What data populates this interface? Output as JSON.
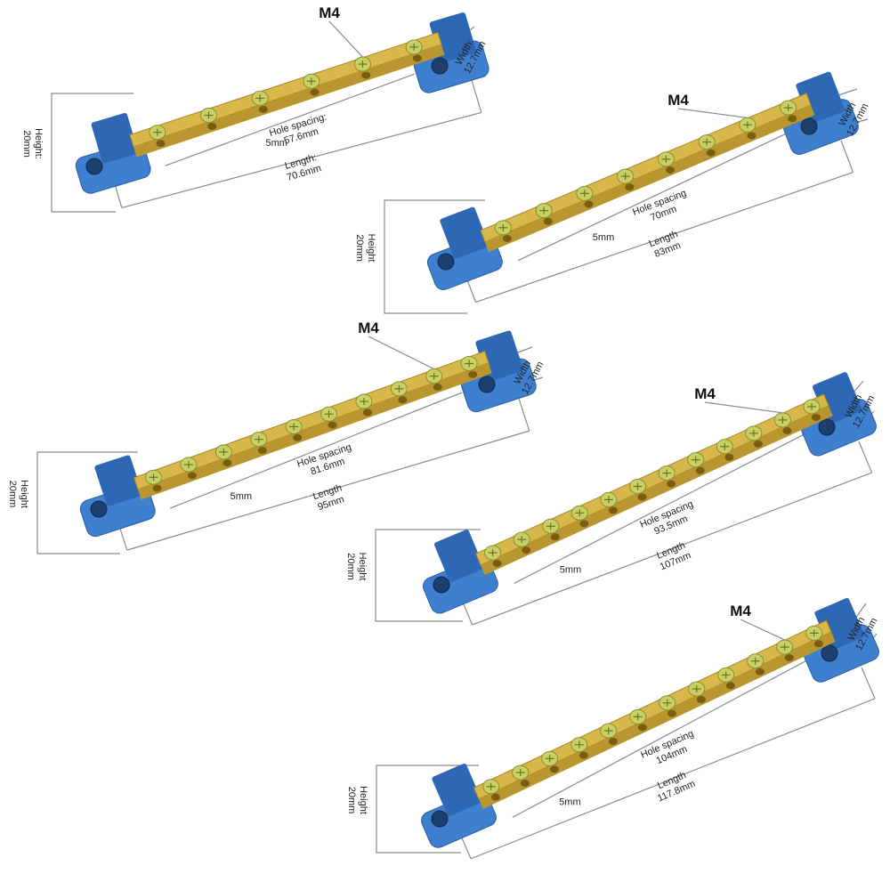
{
  "bars": [
    {
      "screws": 6,
      "m4": "M4",
      "height": "Height:\n20mm",
      "width": "Width:\n12.7mm",
      "spacing_label": "Hole spacing:",
      "spacing_value": "57.6mm",
      "length_label": "Length:",
      "length_value": "70.6mm",
      "pitch": "5mm"
    },
    {
      "screws": 8,
      "m4": "M4",
      "height": "Height\n20mm",
      "width": "Width\n12.7mm",
      "spacing_label": "Hole spacing",
      "spacing_value": "70mm",
      "length_label": "Length",
      "length_value": "83mm",
      "pitch": "5mm"
    },
    {
      "screws": 10,
      "m4": "M4",
      "height": "Height\n20mm",
      "width": "Width\n12.7mm",
      "spacing_label": "Hole spacing",
      "spacing_value": "81.6mm",
      "length_label": "Length",
      "length_value": "95mm",
      "pitch": "5mm"
    },
    {
      "screws": 12,
      "m4": "M4",
      "height": "Height\n20mm",
      "width": "Width\n12.7mm",
      "spacing_label": "Hole spacing",
      "spacing_value": "93.5mm",
      "length_label": "Length",
      "length_value": "107mm",
      "pitch": "5mm"
    },
    {
      "screws": 12,
      "m4": "M4",
      "height": "Height\n20mm",
      "width": "Width\n12.7mm",
      "spacing_label": "Hole spacing",
      "spacing_value": "104mm",
      "length_label": "Length",
      "length_value": "117.8mm",
      "pitch": "5mm"
    }
  ]
}
